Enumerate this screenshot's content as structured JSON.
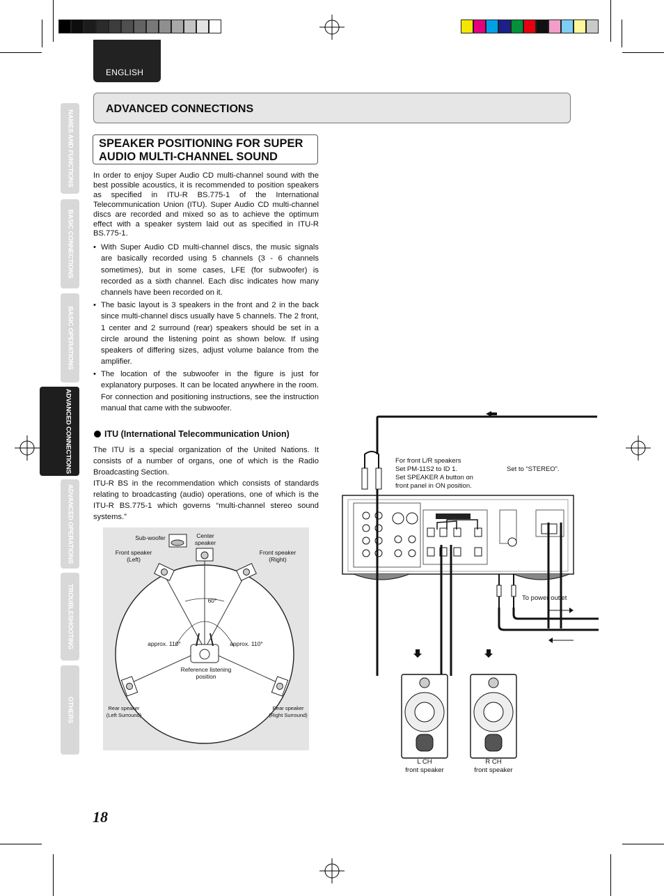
{
  "page": {
    "language": "ENGLISH",
    "section": "ADVANCED CONNECTIONS",
    "page_number": "18"
  },
  "side_tabs": [
    {
      "label": "NAMES AND FUNCTIONS"
    },
    {
      "label": "BASIC CONNECTIONS"
    },
    {
      "label": "BASIC OPERATIONS"
    },
    {
      "label": "ADVANCED CONNECTIONS"
    },
    {
      "label": "ADVANCED OPERATIONS"
    },
    {
      "label": "TROUBLESHOOTING"
    },
    {
      "label": "OTHERS"
    }
  ],
  "article": {
    "title_line1": "SPEAKER POSITIONING FOR SUPER",
    "title_line2": "AUDIO MULTI-CHANNEL SOUND",
    "intro": "In order to enjoy Super Audio CD multi-channel sound with the best possible acoustics, it is recommended to position speakers as specified in ITU-R BS.775-1 of the International Telecommunication Union (ITU). Super Audio CD multi-channel discs are recorded and mixed so as to achieve the optimum effect with a speaker system laid out as specified in ITU-R BS.775-1.",
    "bullets": [
      "With Super Audio CD multi-channel discs, the music signals are basically recorded using 5 channels (3 - 6 channels sometimes), but in some cases, LFE (for subwoofer) is recorded as a sixth channel. Each disc indicates how many channels have been recorded on it.",
      "The basic layout is 3 speakers in the front and 2 in the back since multi-channel discs usually have 5 channels. The 2 front, 1 center and 2 surround (rear) speakers should be set in a circle around the listening point as shown below. If using speakers of differing sizes, adjust volume balance from the amplifier.",
      "The location of the subwoofer in the figure is just for explanatory purposes. It can be located anywhere in the room. For connection and positioning instructions, see the instruction manual that came with the subwoofer."
    ],
    "itu_heading": "ITU (International Telecommunication Union)",
    "itu_p1": "The ITU is a special organization of the United Nations.  It consists of a number of organs, one of which is the Radio Broadcasting Section.",
    "itu_p2": "ITU-R BS in the recommendation which consists of standards relating to broadcasting (audio) operations, one of which is the ITU-R BS.775-1 which governs “multi-channel stereo sound systems.”"
  },
  "layout_diagram": {
    "subwoofer": "Sub-woofer",
    "center_l1": "Center",
    "center_l2": "speaker",
    "front_left_l1": "Front speaker",
    "front_left_l2": "(Left)",
    "front_right_l1": "Front speaker",
    "front_right_l2": "(Right)",
    "angle_60": "60°",
    "approx_left": "approx. 110°",
    "approx_right": "approx. 110°",
    "ref_l1": "Reference listening",
    "ref_l2": "position",
    "rear_left_l1": "Rear speaker",
    "rear_left_l2": "(Left Surround)",
    "rear_right_l1": "Rear speaker",
    "rear_right_l2": "(Right Surround)"
  },
  "connection_diagram": {
    "note_l1": "For front L/R speakers",
    "note_l2": "Set PM-11S2 to ID 1.",
    "note_l3": "Set SPEAKER A button on",
    "note_l4": "front panel in ON position.",
    "stereo_note": "Set to “STEREO”.",
    "power_outlet": "To power outlet",
    "lch_l1": "L CH",
    "lch_l2": "front speaker",
    "rch_l1": "R CH",
    "rch_l2": "front speaker"
  },
  "colors": {
    "grayscale_bar": [
      "#000000",
      "#0d0d0d",
      "#1c1c1c",
      "#2b2b2b",
      "#3c3c3c",
      "#4f4f4f",
      "#636363",
      "#787878",
      "#8f8f8f",
      "#a8a8a8",
      "#c4c4c4",
      "#e4e4e4",
      "#ffffff"
    ],
    "color_bar": [
      "#f4e600",
      "#e4007f",
      "#00a0e9",
      "#1d2088",
      "#00913a",
      "#e60012",
      "#111111",
      "#f29ec8",
      "#7ecef4",
      "#fff799",
      "#c9c9c9"
    ],
    "section_bar_bg": "#e6e6e6",
    "tab_inactive": "#d8d8d8",
    "tab_active": "#1e1e1e"
  }
}
